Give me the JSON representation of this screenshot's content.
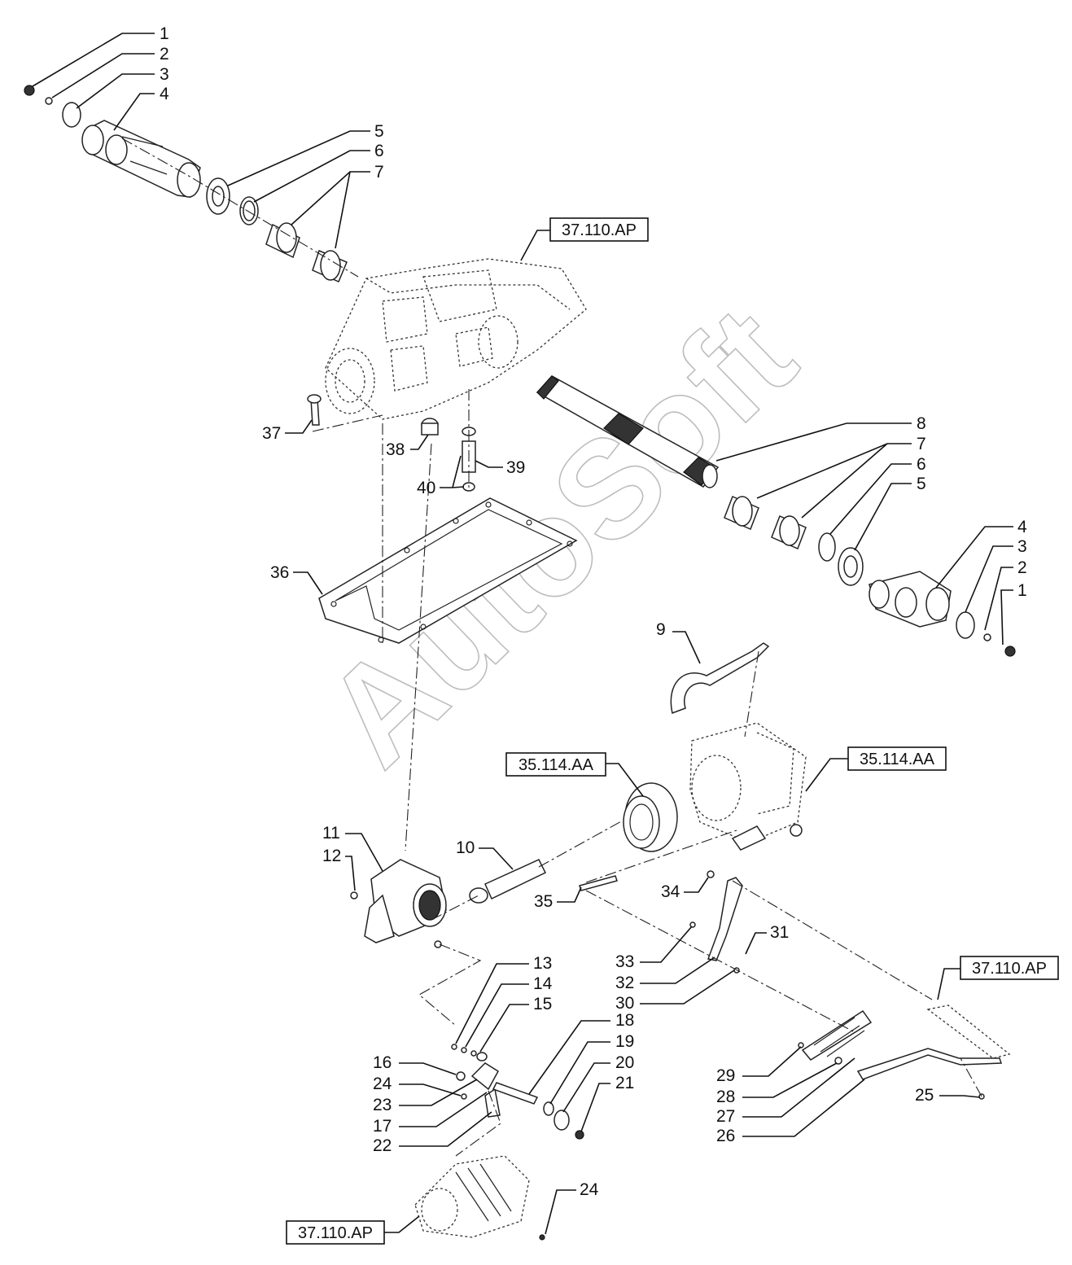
{
  "watermark": "AutoSoft",
  "reference_boxes": [
    "37.110.AP",
    "35.114.AA",
    "35.114.AA",
    "37.110.AP",
    "37.110.AP"
  ],
  "callouts": [
    "1",
    "2",
    "3",
    "4",
    "5",
    "6",
    "7",
    "1",
    "2",
    "3",
    "4",
    "5",
    "6",
    "7",
    "8",
    "37",
    "38",
    "39",
    "40",
    "36",
    "9",
    "10",
    "11",
    "12",
    "35",
    "34",
    "33",
    "32",
    "31",
    "30",
    "13",
    "14",
    "15",
    "16",
    "24",
    "23",
    "17",
    "22",
    "18",
    "19",
    "20",
    "21",
    "29",
    "28",
    "27",
    "26",
    "25",
    "24"
  ]
}
